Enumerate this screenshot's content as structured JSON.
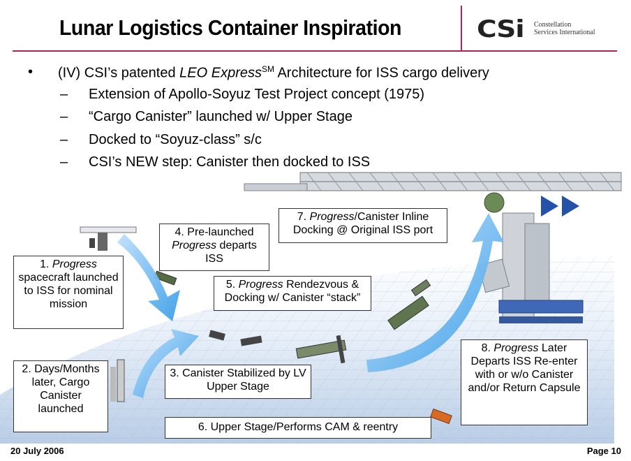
{
  "header": {
    "title": "Lunar Logistics Container Inspiration",
    "logo_mark": "CSi",
    "logo_line1": "Constellation",
    "logo_line2": "Services International"
  },
  "bullet": {
    "marker": "•",
    "prefix": "(IV) CSI’s patented ",
    "italic": "LEO Express",
    "sup": "SM",
    "suffix": " Architecture for ISS cargo delivery"
  },
  "subbullets": [
    {
      "dash": "–",
      "text": "Extension of Apollo-Soyuz Test Project concept (1975)"
    },
    {
      "dash": "–",
      "text": "“Cargo Canister” launched w/ Upper Stage"
    },
    {
      "dash": "–",
      "text": "Docked to “Soyuz-class” s/c"
    },
    {
      "dash": "–",
      "text": "CSI’s NEW step: Canister then docked to ISS"
    }
  ],
  "callouts": {
    "c1": {
      "num": "1. ",
      "italic": "Progress",
      "rest": "spacecraft launched to ISS for nominal mission"
    },
    "c2": {
      "text": "2. Days/Months later, Cargo Canister launched"
    },
    "c3": {
      "text": "3. Canister Stabilized by LV Upper Stage"
    },
    "c4": {
      "num": "4. Pre-launched",
      "italic": "Progress",
      "rest": " departs ISS"
    },
    "c5": {
      "num": "5. ",
      "italic": "Progress",
      "rest": " Rendezvous & Docking w/ Canister “stack”"
    },
    "c6": {
      "text": "6. Upper Stage/Performs CAM & reentry"
    },
    "c7": {
      "num": "7. ",
      "italic": "Progress",
      "rest": "/Canister Inline Docking @ Original ISS port"
    },
    "c8": {
      "num": "8. ",
      "italic": "Progress",
      "rest": " Later Departs ISS Re-enter with or w/o Canister and/or Return Capsule"
    }
  },
  "footer": {
    "date": "20 July 2006",
    "page": "Page 10"
  },
  "colors": {
    "rule": "#b8205a",
    "arrow": "#3a9ee8"
  }
}
